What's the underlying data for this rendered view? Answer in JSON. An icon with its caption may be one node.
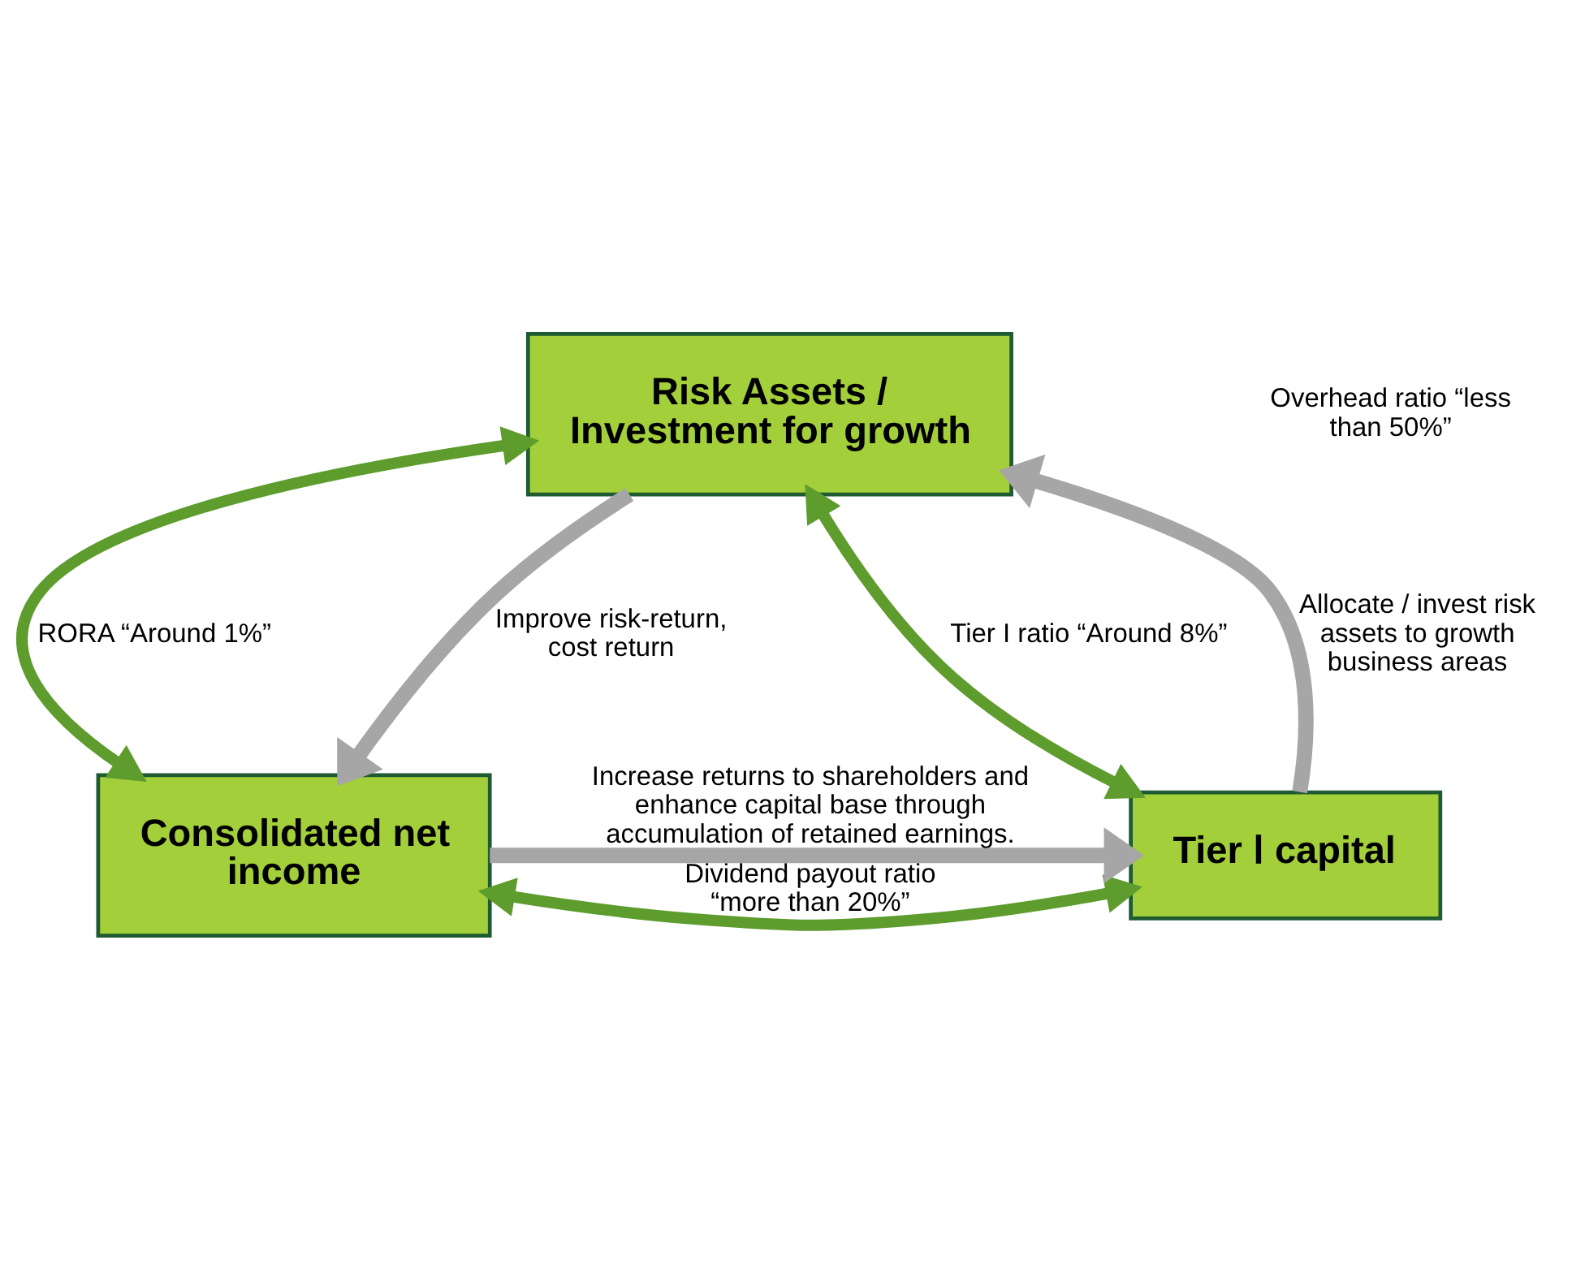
{
  "diagram": {
    "nodes": [
      {
        "text": [
          "Risk Assets / Investment for growth"
        ]
      },
      {
        "text": [
          "Consolidated net income"
        ]
      },
      {
        "text": [
          "Tier Ⅰ capital"
        ]
      }
    ],
    "edges": [
      {
        "from": 0,
        "to": 1,
        "arrow": "both",
        "label": "RORA “Around 1%”"
      },
      {
        "from": 0,
        "to": 2,
        "arrow": "both",
        "label": "Tier I ratio “Around 8%”"
      },
      {
        "from": 1,
        "to": 2,
        "arrow": "both",
        "label": "Dividend payout ratio “more than 20%”"
      },
      {
        "from": 0,
        "to": 1,
        "arrow": "to",
        "label": "Improve risk-return, cost return",
        "color": "#a6a6a6"
      },
      {
        "from": 1,
        "to": 2,
        "arrow": "to",
        "label": "Increase returns to shareholders and enhance capital base through accumulation of retained earnings.",
        "color": "#a6a6a6"
      },
      {
        "from": 2,
        "to": 0,
        "arrow": "to",
        "label": "Allocate / invest risk assets to growth business areas",
        "color": "#a6a6a6"
      }
    ],
    "labels": [
      "Overhead ratio “less than 50%”"
    ]
  }
}
